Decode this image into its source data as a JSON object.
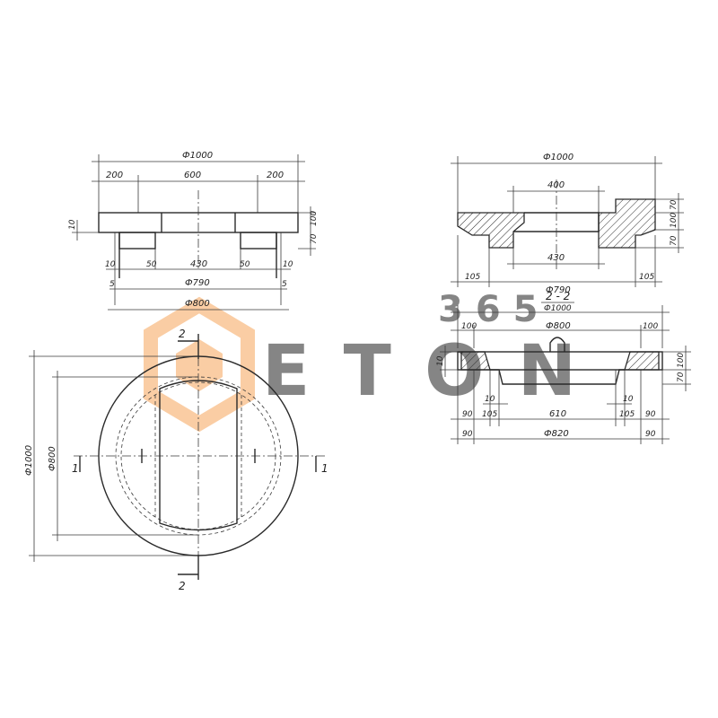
{
  "watermark": {
    "brand": "ETON",
    "number": "365",
    "colors": {
      "orange": "#f6a55a",
      "gray": "#bfbfbf"
    }
  },
  "top_left_view": {
    "dim_d1000": "Ф1000",
    "dim_200_left": "200",
    "dim_600": "600",
    "dim_200_right": "200",
    "dim_10_left": "10",
    "dim_100": "100",
    "dim_70": "70",
    "dim_10_bl": "10",
    "dim_50_left": "50",
    "dim_430": "430",
    "dim_50_right": "50",
    "dim_10_br": "10",
    "dim_5_left": "5",
    "dim_d790": "Ф790",
    "dim_5_right": "5",
    "dim_d800": "Ф800"
  },
  "top_right_view": {
    "dim_d1000": "Ф1000",
    "dim_400": "400",
    "dim_70": "70",
    "dim_100": "100",
    "dim_70_lower": "70",
    "dim_430": "430",
    "dim_105_left": "105",
    "dim_d790": "Ф790",
    "dim_105_right": "105"
  },
  "section_2_2": {
    "title": "2 - 2",
    "dim_d1000": "Ф1000",
    "dim_d800": "Ф800",
    "dim_100_left": "100",
    "dim_100_right": "100",
    "dim_10_left": "10",
    "dim_100_v": "100",
    "dim_70_v": "70",
    "dim_10_a": "10",
    "dim_10_b": "10",
    "dim_90_left": "90",
    "dim_105_left": "105",
    "dim_610": "610",
    "dim_105_right": "105",
    "dim_90_right": "90",
    "dim_90_bl": "90",
    "dim_d820": "Ф820",
    "dim_90_br": "90"
  },
  "plan_view": {
    "dim_d1000": "Ф1000",
    "dim_d800": "Ф800",
    "cut_2_top": "2",
    "cut_2_bottom": "2",
    "cut_1_left": "1",
    "cut_1_right": "1"
  }
}
